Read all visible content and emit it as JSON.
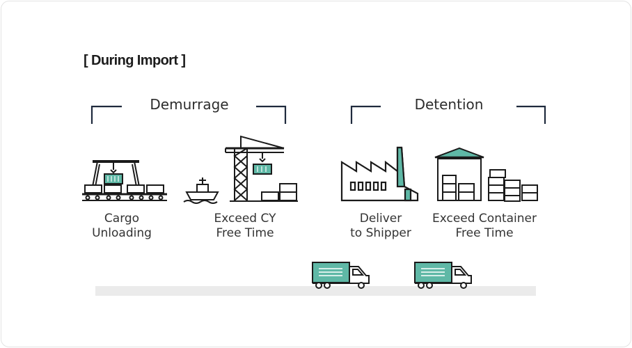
{
  "heading": "[ During Import ]",
  "groups": {
    "demurrage": "Demurrage",
    "detention": "Detention"
  },
  "steps": [
    {
      "line1": "Cargo",
      "line2": "Unloading",
      "icon": "gantry-crane-train-icon"
    },
    {
      "line1": "Exceed CY",
      "line2": "Free Time",
      "icon": "port-crane-ship-icon"
    },
    {
      "line1": "Deliver",
      "line2": "to Shipper",
      "icon": "factory-icon"
    },
    {
      "line1": "Exceed Container",
      "line2": "Free Time",
      "icon": "warehouse-containers-icon"
    }
  ],
  "colors": {
    "accent": "#5fb8a6",
    "line": "#1f2a3d",
    "icon_stroke": "#1a1a1a",
    "road": "#ebebeb"
  }
}
